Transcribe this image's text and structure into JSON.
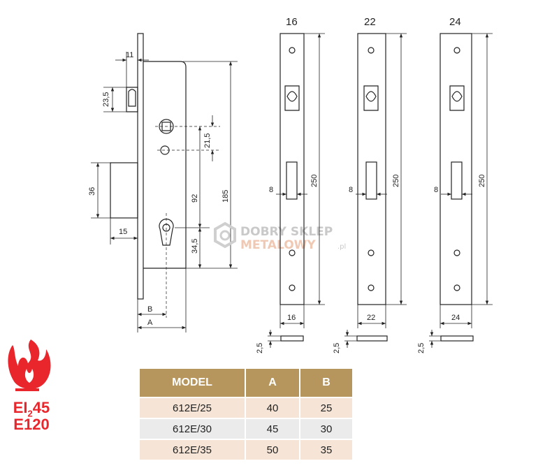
{
  "drawing": {
    "dims": {
      "d11": "11",
      "d23_5": "23,5",
      "d36": "36",
      "d15": "15",
      "d21_5": "21,5",
      "d92": "92",
      "d34_5": "34,5",
      "d185": "185",
      "dB": "B",
      "dA": "A"
    },
    "variants": [
      {
        "header": "16",
        "slot": "8",
        "length": "250",
        "width": "16",
        "thickness": "2,5"
      },
      {
        "header": "22",
        "slot": "8",
        "length": "250",
        "width": "22",
        "thickness": "2,5"
      },
      {
        "header": "24",
        "slot": "8",
        "length": "250",
        "width": "24",
        "thickness": "2,5"
      }
    ]
  },
  "watermark": {
    "line1": "DOBRY SKLEP",
    "line2": "METALOWY",
    "suffix": ".pl"
  },
  "fire_rating": {
    "line1": "EI",
    "sub": "2",
    "line1_end": "45",
    "line2": "E120",
    "color": "#e8262c"
  },
  "table": {
    "header_color": "#b6965c",
    "columns": [
      "MODEL",
      "A",
      "B"
    ],
    "rows": [
      [
        "612E/25",
        "40",
        "25"
      ],
      [
        "612E/30",
        "45",
        "30"
      ],
      [
        "612E/35",
        "50",
        "35"
      ]
    ]
  }
}
